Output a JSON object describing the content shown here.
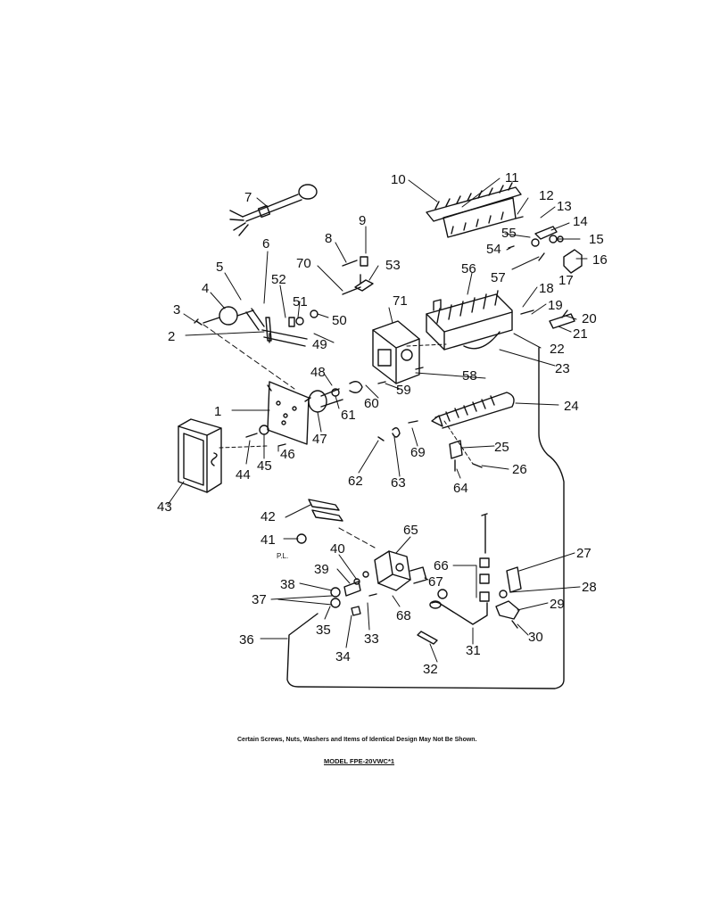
{
  "diagram": {
    "note": "Certain Screws, Nuts, Washers and Items of Identical Design May Not Be Shown.",
    "model": "MODEL FPE-20VWC*1",
    "extra_labels": {
      "pl": "P.L."
    },
    "callouts": [
      "1",
      "2",
      "3",
      "4",
      "5",
      "6",
      "7",
      "8",
      "9",
      "10",
      "11",
      "12",
      "13",
      "14",
      "15",
      "16",
      "17",
      "18",
      "19",
      "20",
      "21",
      "22",
      "23",
      "24",
      "25",
      "26",
      "27",
      "28",
      "29",
      "30",
      "31",
      "32",
      "33",
      "34",
      "35",
      "36",
      "37",
      "38",
      "39",
      "40",
      "41",
      "42",
      "43",
      "44",
      "45",
      "46",
      "47",
      "48",
      "49",
      "50",
      "51",
      "52",
      "53",
      "54",
      "55",
      "56",
      "57",
      "58",
      "59",
      "60",
      "61",
      "62",
      "63",
      "64",
      "65",
      "66",
      "67",
      "68",
      "69",
      "70",
      "71"
    ]
  }
}
